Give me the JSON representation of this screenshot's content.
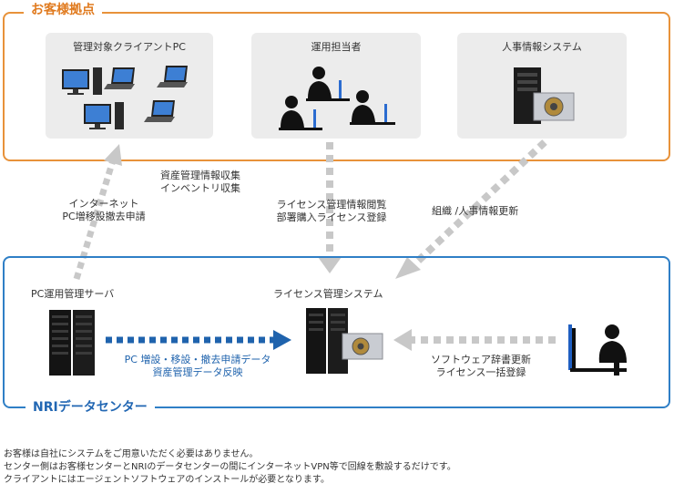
{
  "customer_site": {
    "title": "お客様拠点",
    "panels": [
      {
        "label": "管理対象クライアントPC",
        "icon": "client-pcs-icon"
      },
      {
        "label": "運用担当者",
        "icon": "operators-icon"
      },
      {
        "label": "人事情報システム",
        "icon": "hr-server-icon"
      }
    ]
  },
  "flows": {
    "asset_collect": [
      "資産管理情報収集",
      "インベントリ収集"
    ],
    "internet_request": [
      "インターネット",
      "PC増移設撤去申請"
    ],
    "license_view": [
      "ライセンス管理情報閲覧",
      "部署購入ライセンス登録"
    ],
    "org_update": [
      "組織 /人事情報更新"
    ],
    "pc_request_reflect": [
      "PC 増設・移設・撤去申請データ",
      "資産管理データ反映"
    ],
    "software_dict": [
      "ソフトウェア辞書更新",
      "ライセンス一括登録"
    ]
  },
  "datacenter": {
    "title": "NRIデータセンター",
    "pc_server_label": "PC運用管理サーバ",
    "license_system_label": "ライセンス管理システム"
  },
  "notes": [
    "お客様は自社にシステムをご用意いただく必要はありません。",
    "センター側はお客様センターとNRIのデータセンターの間にインターネットVPN等で回線を敷設するだけです。",
    "クライアントにはエージェントソフトウェアのインストールが必要となります。"
  ],
  "colors": {
    "customer_border": "#e8923a",
    "datacenter_border": "#2f7fc6",
    "gray_arrow": "#c8c8c8",
    "blue_arrow": "#1f63ad"
  }
}
